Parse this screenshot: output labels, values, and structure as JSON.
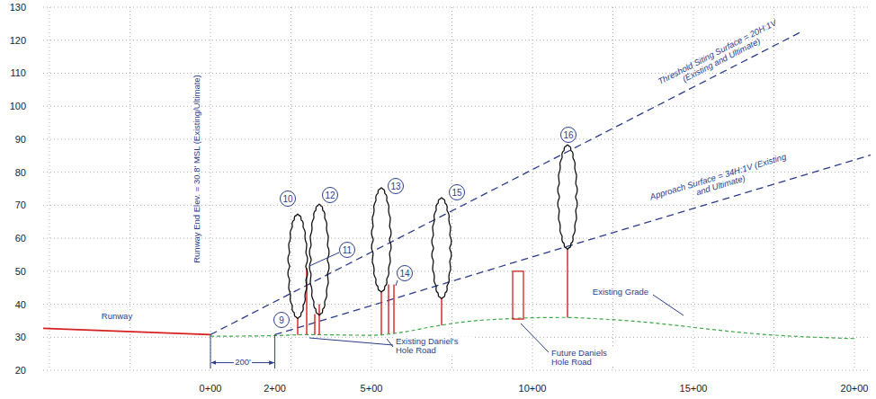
{
  "diagram": {
    "labels": [
      "130",
      "120",
      "110",
      "100",
      "90",
      "80",
      "70",
      "60",
      "50",
      "40",
      "30",
      "20",
      "0+00",
      "2+00",
      "5+00",
      "10+00",
      "15+00",
      "20+00",
      "200'",
      "Runway",
      "Runway End Elev. = 30.8' MSL (Existing/Ultimate)",
      "Threshold Siting Surface = 20H:1V (Existing and Ultimate)",
      "Approach Surface = 34H:1V (Existing and Ultimate)",
      "Existing Grade",
      "Existing Daniel's Hole Road",
      "Future Daniels Hole Road",
      "9",
      "10",
      "11",
      "12",
      "13",
      "14",
      "15",
      "16"
    ]
  }
}
